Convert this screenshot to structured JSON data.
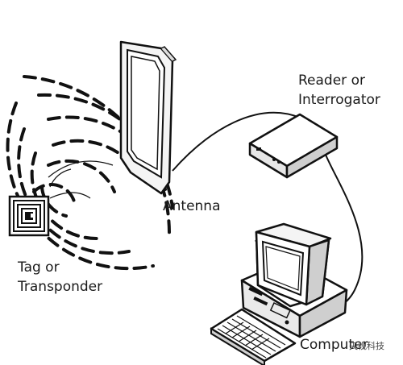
{
  "labels": {
    "reader_line1": "Reader or",
    "reader_line2": "Interrogator",
    "antenna": "Antenna",
    "tag_line1": "Tag or",
    "tag_line2": "Transponder",
    "computer": "Computer"
  },
  "watermark": "央视科技",
  "colors": {
    "ink": "#111111",
    "background": "#ffffff",
    "fill_light": "#f2f2f2",
    "fill_mid": "#cfcfcf"
  }
}
